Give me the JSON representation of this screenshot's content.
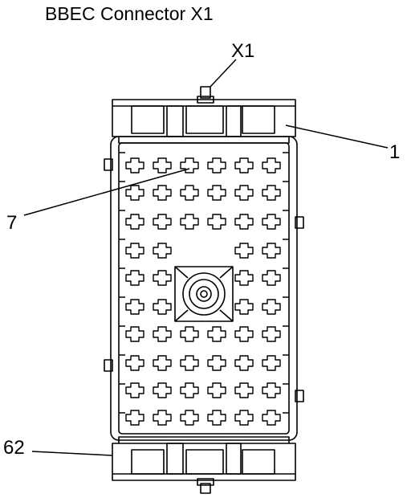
{
  "title": "BBEC Connector X1",
  "callouts": {
    "connector": "X1",
    "pin_1": "1",
    "pin_7": "7",
    "pin_62": "62"
  },
  "colors": {
    "line": "#000000",
    "background": "#ffffff"
  }
}
